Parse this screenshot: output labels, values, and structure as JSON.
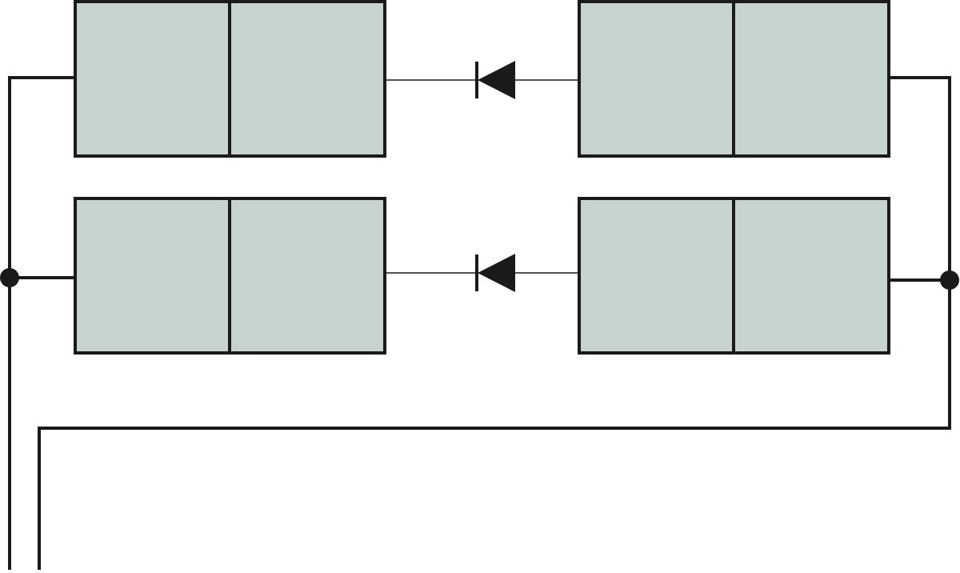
{
  "colors": {
    "background": "#ffffff",
    "stroke": "#1a1a1a",
    "panel_fill": "#c6d3cf",
    "diode_fill": "#1a1a1a",
    "node_fill": "#1a1a1a"
  },
  "components": {
    "panels": [
      {
        "id": "panel-top-left",
        "cells": 2
      },
      {
        "id": "panel-top-right",
        "cells": 2
      },
      {
        "id": "panel-bottom-left",
        "cells": 2
      },
      {
        "id": "panel-bottom-right",
        "cells": 2
      }
    ],
    "diodes": [
      {
        "id": "diode-top",
        "direction": "left"
      },
      {
        "id": "diode-bottom",
        "direction": "left"
      }
    ],
    "junction_nodes": [
      {
        "id": "node-left"
      },
      {
        "id": "node-right"
      }
    ]
  }
}
